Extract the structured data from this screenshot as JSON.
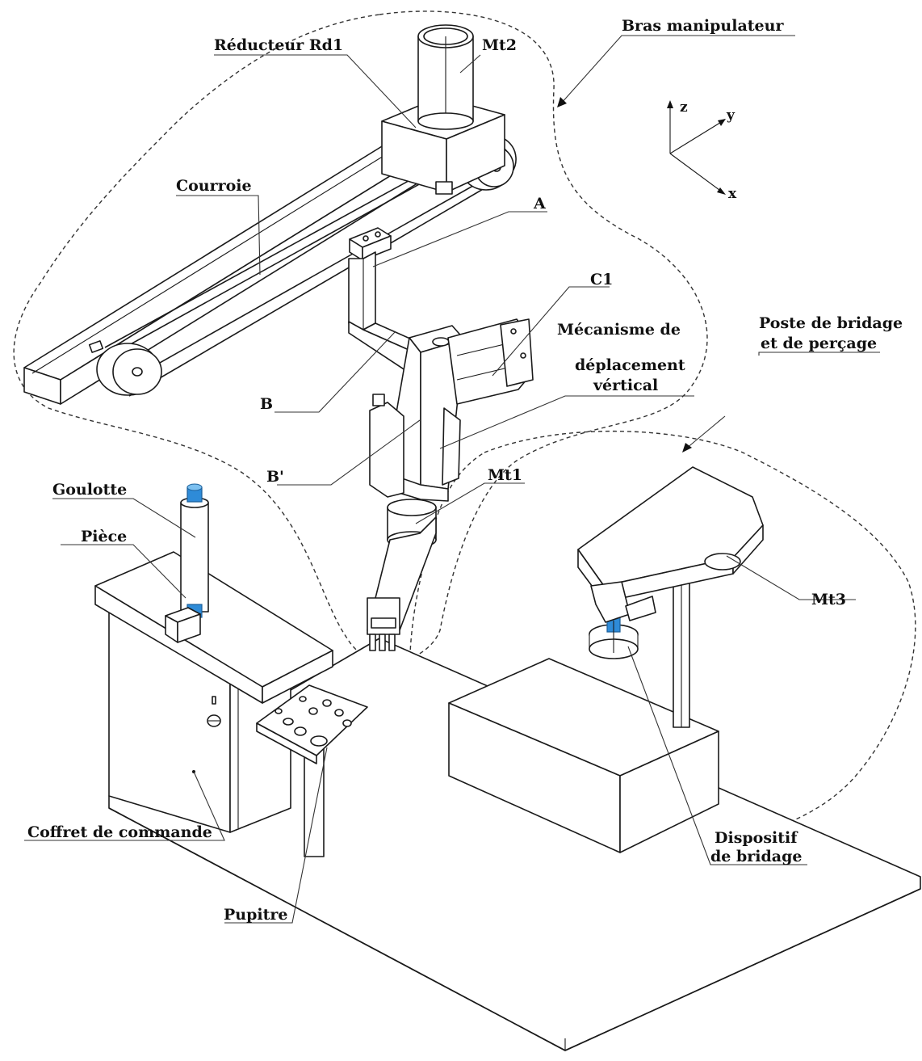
{
  "labels": {
    "bras_manipulateur": "Bras manipulateur",
    "reducteur_rd1": "Réducteur Rd1",
    "mt2": "Mt2",
    "courroie": "Courroie",
    "a": "A",
    "c1": "C1",
    "mecanisme_line1": "Mécanisme de",
    "mecanisme_line2": "déplacement",
    "mecanisme_line3": "vértical",
    "b": "B",
    "b_prime": "B'",
    "poste_line1": "Poste de bridage",
    "poste_line2": "et de perçage",
    "goulotte": "Goulotte",
    "piece": "Pièce",
    "mt1": "Mt1",
    "mt3": "Mt3",
    "dispositif_line1": "Dispositif",
    "dispositif_line2": "de bridage",
    "coffret": "Coffret de commande",
    "pupitre": "Pupitre"
  },
  "axes": {
    "z": "z",
    "y": "y",
    "x": "x"
  },
  "colors": {
    "accent": "#2e8bd8",
    "accent_dark": "#1b5f9a",
    "ink": "#1a1a1a"
  }
}
